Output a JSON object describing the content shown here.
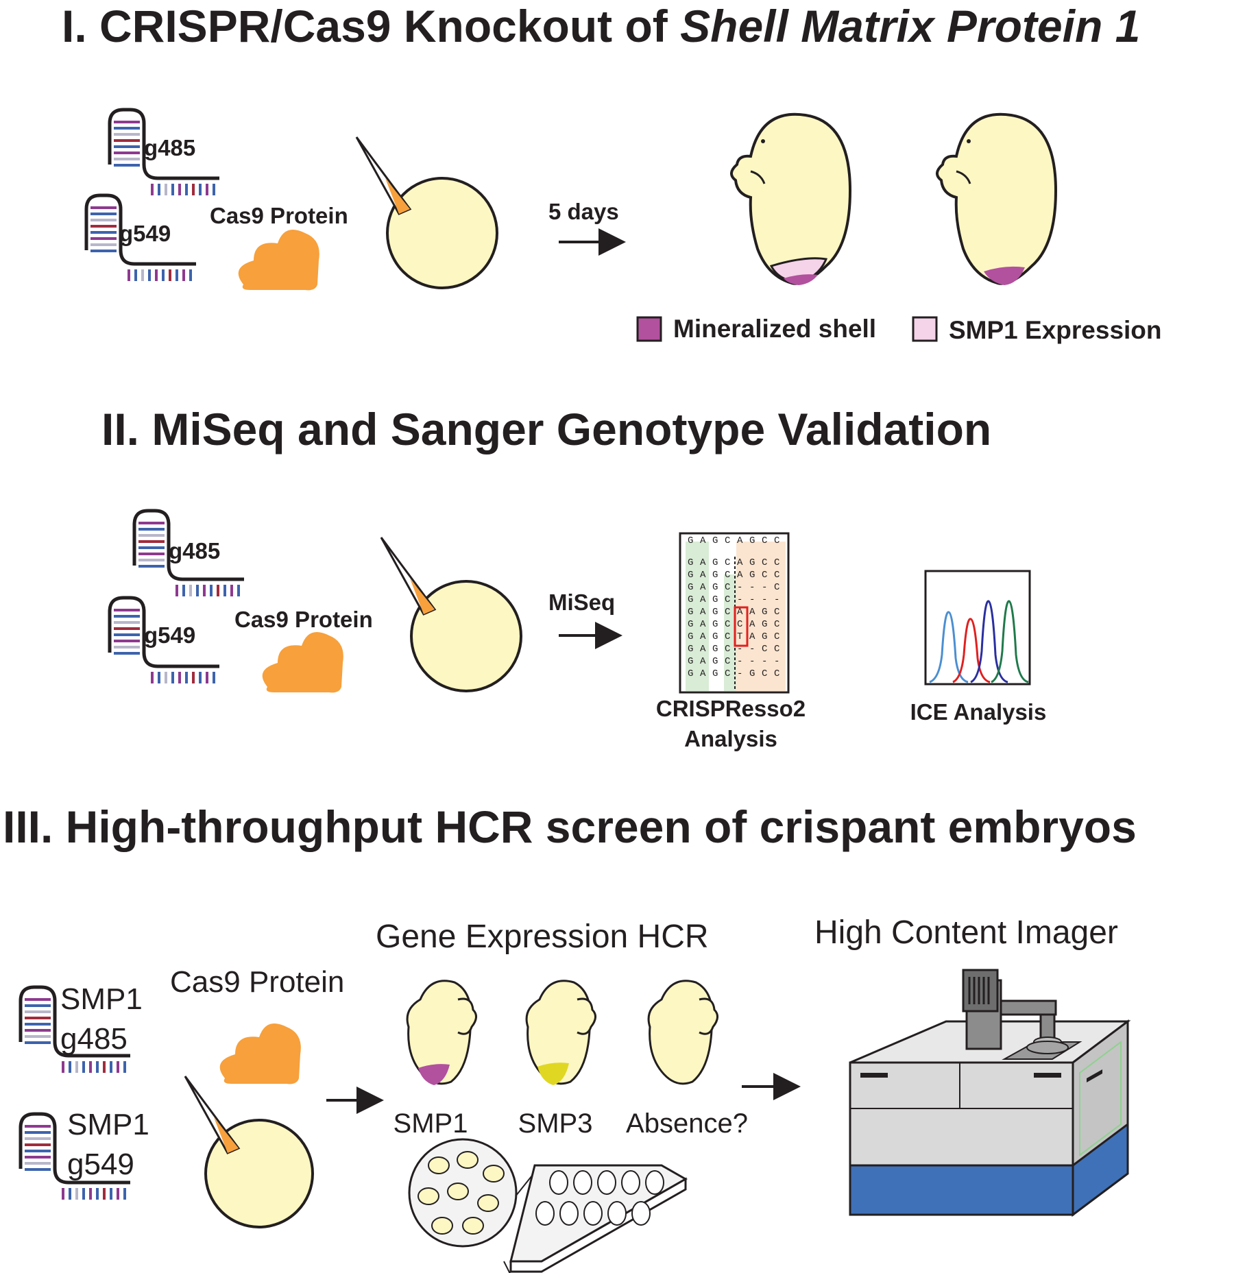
{
  "sections": {
    "one": {
      "title_prefix": "I. CRISPR/Cas9 Knockout of ",
      "title_italic": "Shell Matrix Protein 1",
      "guide_a": "g485",
      "guide_b": "g549",
      "cas9_label": "Cas9 Protein",
      "arrow_label": "5 days",
      "legend": {
        "mineralized": "Mineralized shell",
        "expression": "SMP1 Expression"
      }
    },
    "two": {
      "title": "II. MiSeq and Sanger Genotype Validation",
      "guide_a": "g485",
      "guide_b": "g549",
      "cas9_label": "Cas9 Protein",
      "arrow_label": "MiSeq",
      "crispresso_line1": "CRISPResso2",
      "crispresso_line2": "Analysis",
      "ice_label": "ICE Analysis",
      "alignment_rows": [
        "GAGCAGCC",
        "GAGCAGCC",
        "GAGCAGCC",
        "GAGC---C",
        "GAGC----",
        "GAGCAAGC",
        "GAGCCAGC",
        "GAGCTAGC",
        "GAGC--CC",
        "GAGC----",
        "GAGC-GCC"
      ]
    },
    "three": {
      "title": "III. High-throughput HCR screen of crispant embryos",
      "guide_a_line1": "SMP1",
      "guide_a_line2": "g485",
      "guide_b_line1": "SMP1",
      "guide_b_line2": "g549",
      "cas9_label": "Cas9 Protein",
      "hcr_label": "Gene Expression HCR",
      "imager_label": "High Content Imager",
      "embryo_labels": [
        "SMP1",
        "SMP3",
        "Absence?"
      ]
    }
  },
  "colors": {
    "embryo_fill": "#fdf7c3",
    "mineralized": "#b2519e",
    "expression": "#f5d3e8",
    "cas9": "#f7a03c",
    "smp3": "#e0d723",
    "imager_blue": "#3f71b8",
    "text": "#231f20"
  }
}
